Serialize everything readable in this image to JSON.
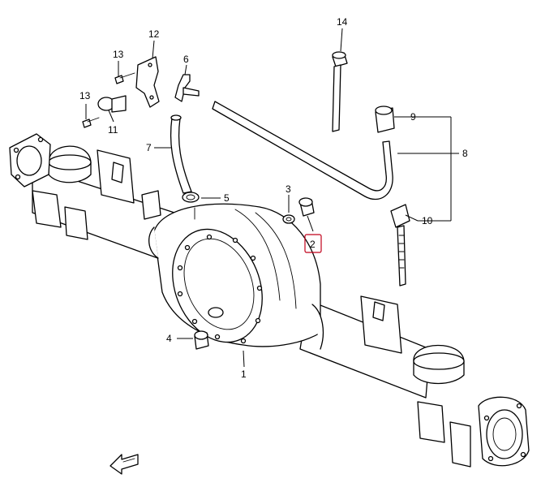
{
  "callouts": [
    {
      "id": "1",
      "label": "1"
    },
    {
      "id": "2",
      "label": "2",
      "highlighted": true
    },
    {
      "id": "3",
      "label": "3"
    },
    {
      "id": "4",
      "label": "4"
    },
    {
      "id": "5",
      "label": "5"
    },
    {
      "id": "6",
      "label": "6"
    },
    {
      "id": "7",
      "label": "7"
    },
    {
      "id": "8",
      "label": "8"
    },
    {
      "id": "9",
      "label": "9"
    },
    {
      "id": "10",
      "label": "10"
    },
    {
      "id": "11",
      "label": "11"
    },
    {
      "id": "12",
      "label": "12"
    },
    {
      "id": "13a",
      "label": "13"
    },
    {
      "id": "13b",
      "label": "13"
    },
    {
      "id": "14",
      "label": "14"
    }
  ],
  "colors": {
    "line": "#000000",
    "highlight": "#c0001a",
    "background": "#ffffff"
  },
  "front_indicator_icon": "front-arrow-icon"
}
